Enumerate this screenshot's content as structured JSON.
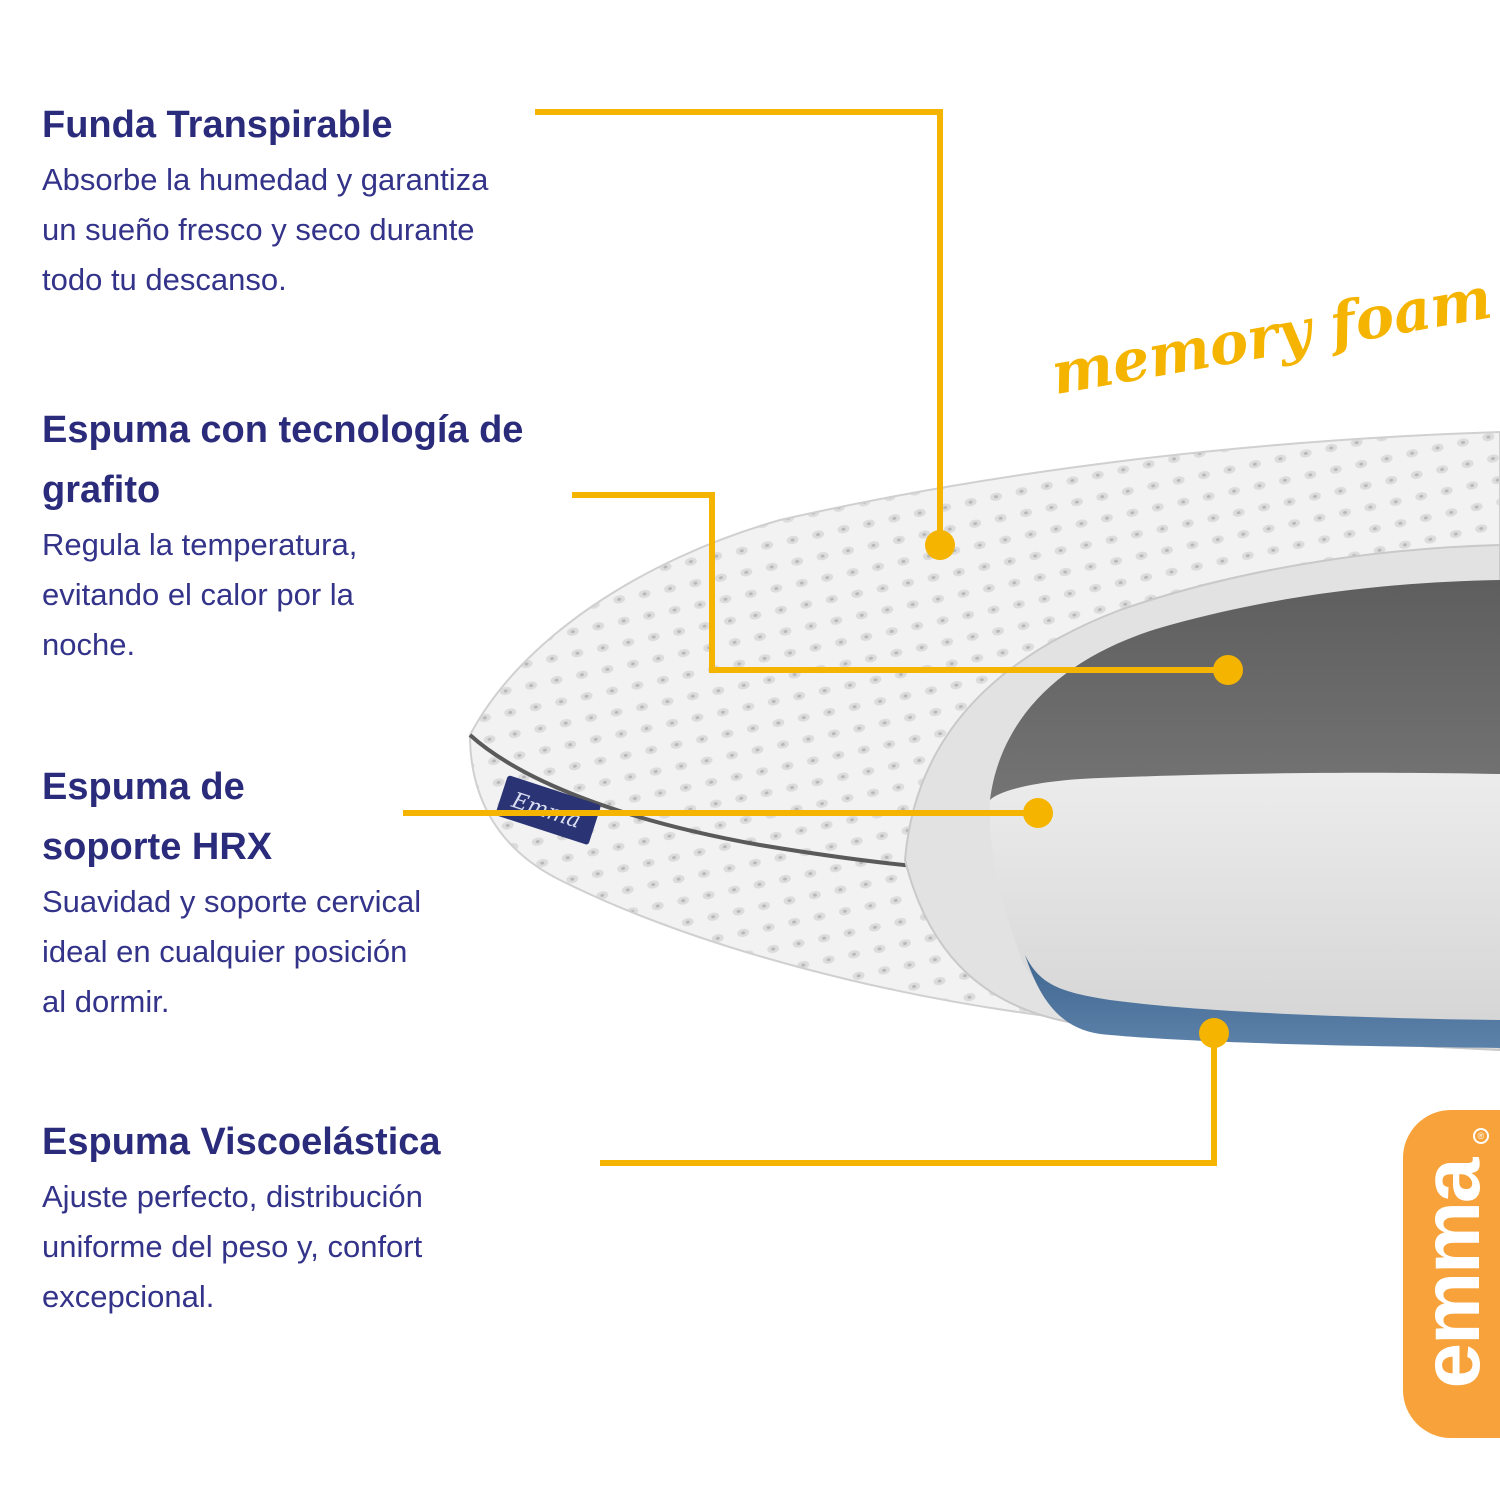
{
  "features": [
    {
      "title": "Funda Transpirable",
      "description": "Absorbe  la humedad y garantiza\nun sueño fresco y seco durante\ntodo tu descanso."
    },
    {
      "title": "Espuma con tecnología de\ngrafito",
      "description": "Regula la temperatura,\nevitando el calor por la\nnoche."
    },
    {
      "title": "Espuma de\nsoporte HRX",
      "description": "Suavidad y soporte cervical\nideal en cualquier posición\nal dormir."
    },
    {
      "title": "Espuma Viscoelástica",
      "description": "Ajuste perfecto, distribución\nuniforme del peso y, confort\nexcepcional."
    }
  ],
  "tagline": "memory foam",
  "pillow_label": "Emma",
  "brand": {
    "logo_text": "emma",
    "registered_mark": "®"
  },
  "colors": {
    "heading": "#2b2b7c",
    "body_text": "#33338a",
    "callout_line": "#f5b400",
    "logo_background": "#f7a23a",
    "graphite_foam": "#6f6f6f",
    "hrx_foam": "#e4e4e4",
    "visco_foam": "#4d6f96"
  }
}
